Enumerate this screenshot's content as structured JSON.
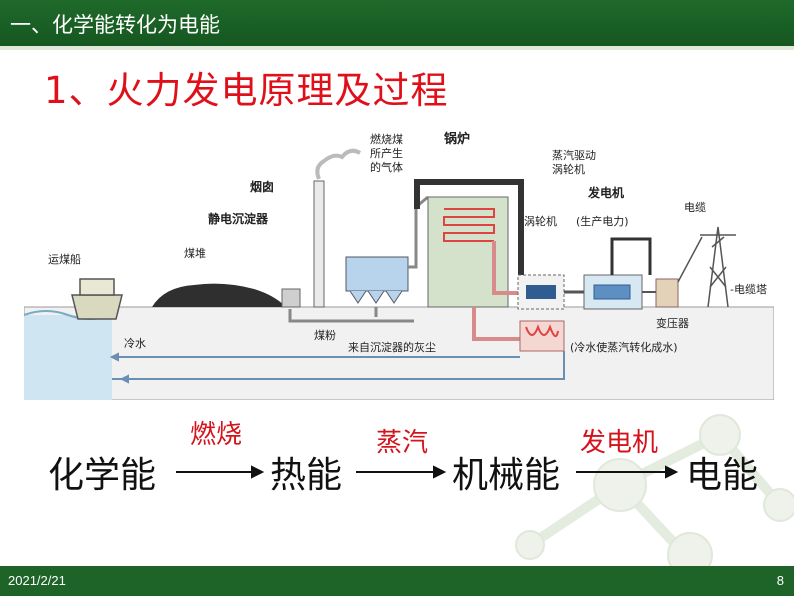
{
  "header": {
    "section_title": "一、化学能转化为电能"
  },
  "slide": {
    "title": "1、火力发电原理及过程"
  },
  "diagram": {
    "labels": {
      "coal_ship": "运煤船",
      "coal_pile": "煤堆",
      "chimney": "烟囱",
      "precipitator": "静电沉淀器",
      "flue_gas_1": "燃烧煤",
      "flue_gas_2": "所产生",
      "flue_gas_3": "的气体",
      "boiler": "锅炉",
      "steam_turbine_1": "蒸汽驱动",
      "steam_turbine_2": "涡轮机",
      "turbine": "涡轮机",
      "generator_1": "发电机",
      "generator_2": "(生产电力)",
      "cable": "电缆",
      "cable_tower": "-电缆塔",
      "transformer": "变压器",
      "cold_water": "冷水",
      "coal_powder": "煤粉",
      "ash": "来自沉淀器的灰尘",
      "condense": "(冷水使蒸汽转化成水)"
    }
  },
  "flow": {
    "steps": [
      "化学能",
      "热能",
      "机械能",
      "电能"
    ],
    "processes": [
      "燃烧",
      "蒸汽",
      "发电机"
    ]
  },
  "footer": {
    "date": "2021/2/21",
    "page": "8"
  }
}
